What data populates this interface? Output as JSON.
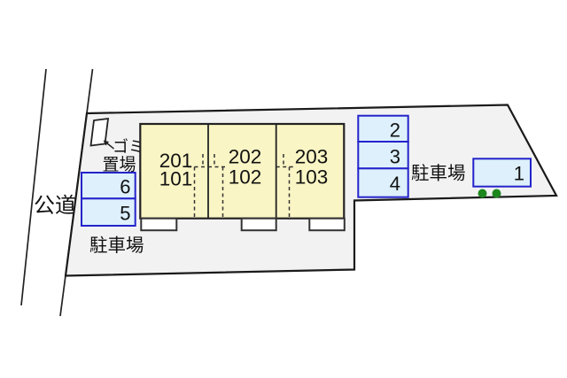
{
  "road": {
    "label": "公道"
  },
  "garbage_area": {
    "label_line1": "ゴミ",
    "label_line2": "置場"
  },
  "building": {
    "units": [
      {
        "upper": "201",
        "lower": "101"
      },
      {
        "upper": "202",
        "lower": "102"
      },
      {
        "upper": "203",
        "lower": "103"
      }
    ]
  },
  "parking_left": {
    "label": "駐車場",
    "spaces": [
      "6",
      "5"
    ]
  },
  "parking_right": {
    "label": "駐車場",
    "spaces": [
      "2",
      "3",
      "4"
    ],
    "detached_space": "1"
  },
  "icons": {
    "shrub_dot_count": 2
  },
  "colors": {
    "site_fill": "#f2f2f2",
    "site_border": "#1a1a1a",
    "building_fill": "#faf5c4",
    "building_border": "#222222",
    "parking_fill": "#ddf0fb",
    "parking_border": "#2323cb",
    "shrub_green": "#1d871d",
    "text": "#111111"
  }
}
